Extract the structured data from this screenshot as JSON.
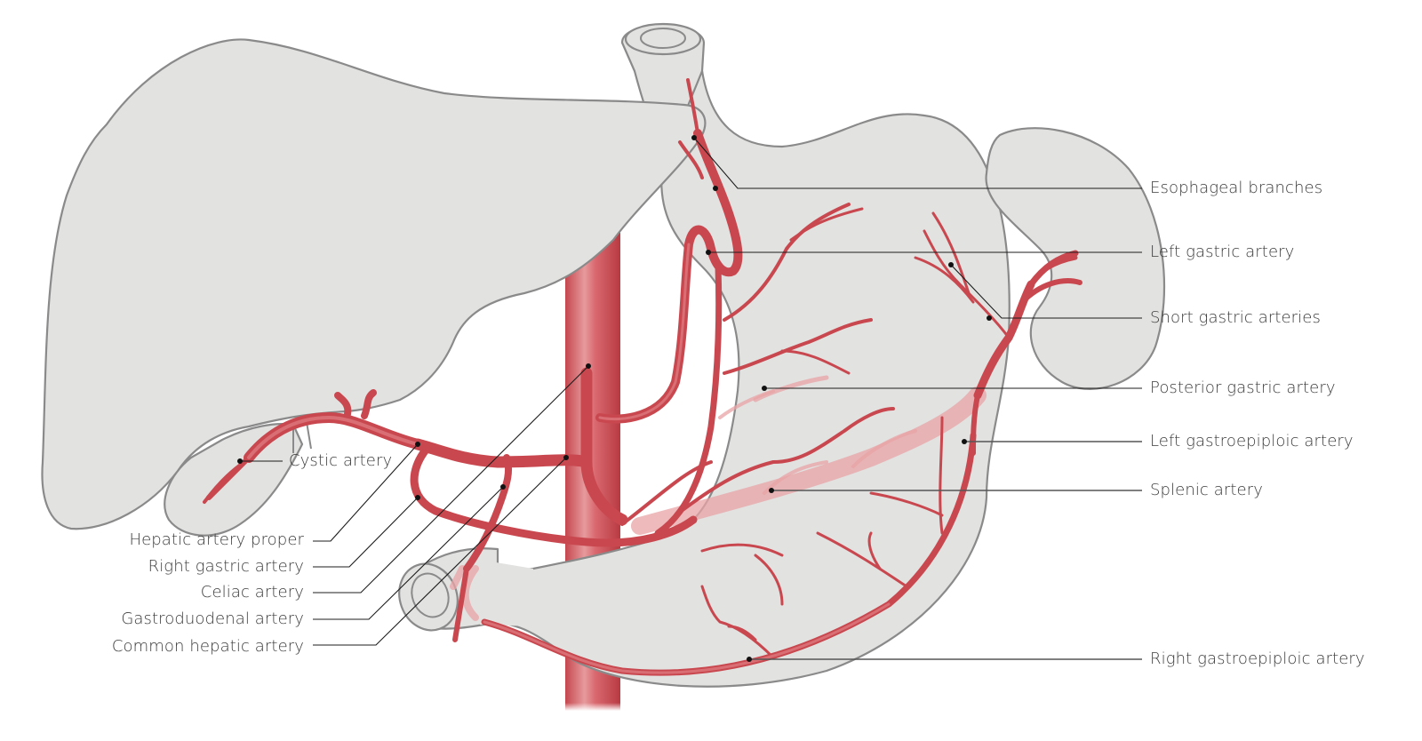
{
  "diagram": {
    "subject": "Arterial supply of the stomach",
    "colors": {
      "artery": "#c9484f",
      "artery_highlight": "#e58f93",
      "artery_behind": "#e8a3a6",
      "organ_fill": "#e2e2e1",
      "organ_outline": "#8a8a8a",
      "label_text": "#3a3a3a",
      "leader_line": "#1c1c1c"
    },
    "organs": [
      "liver",
      "gallbladder",
      "esophagus",
      "stomach",
      "spleen",
      "duodenum",
      "abdominal aorta"
    ]
  },
  "labels": {
    "right": [
      {
        "id": "esophageal-branches",
        "text": "Esophageal branches"
      },
      {
        "id": "left-gastric-artery",
        "text": "Left gastric artery"
      },
      {
        "id": "short-gastric-arteries",
        "text": "Short gastric arteries"
      },
      {
        "id": "posterior-gastric-artery",
        "text": "Posterior gastric artery"
      },
      {
        "id": "left-gastroepiploic-artery",
        "text": "Left gastroepiploic artery"
      },
      {
        "id": "splenic-artery",
        "text": "Splenic artery"
      },
      {
        "id": "right-gastroepiploic-artery",
        "text": "Right gastroepiploic artery"
      }
    ],
    "left": [
      {
        "id": "cystic-artery",
        "text": "Cystic artery"
      },
      {
        "id": "hepatic-artery-proper",
        "text": "Hepatic artery proper"
      },
      {
        "id": "right-gastric-artery",
        "text": "Right gastric artery"
      },
      {
        "id": "celiac-artery",
        "text": "Celiac artery"
      },
      {
        "id": "gastroduodenal-artery",
        "text": "Gastroduodenal artery"
      },
      {
        "id": "common-hepatic-artery",
        "text": "Common hepatic artery"
      }
    ]
  }
}
